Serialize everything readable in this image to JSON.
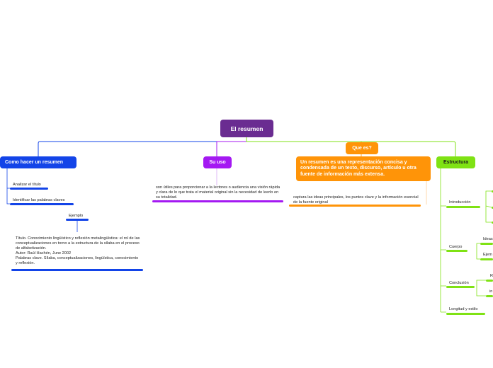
{
  "root": {
    "label": "El resumen",
    "color": "#6a2c91"
  },
  "branches": {
    "como": {
      "label": "Como hacer un resumen",
      "color": "#1344e8",
      "items": [
        "Analizar el título",
        "Identificar las palabras claves",
        "Ejemplo"
      ],
      "example": "Título. Conocimiento lingüístico y reflexión metalingüística: el rol de las conceptualizaciones en torno a la estructura de la sílaba en el proceso de alfabetización.\nAutor: Raúl Hachén, June 2002\nPalabras clave. Sílaba, conceptualizaciones, lingüística, conocimiento y reflexión."
    },
    "uso": {
      "label": "Su uso",
      "color": "#a419f2",
      "text": "son útiles para proporcionar a la lectores o audiencia una visión rápida y clara de lo que trata el material original sin la necesidad de leerlo en su totalidad."
    },
    "que": {
      "label": "Que es?",
      "color": "#ff9408",
      "definition": "Un resumen es una representación concisa y condensada de un texto, discurso, artículo u otra fuente de información más extensa.",
      "text": "captura las ideas principales, los puntos clave y la información esencial de la fuente original"
    },
    "estructura": {
      "label": "Estructura",
      "color": "#7fe214",
      "items": [
        "Introducción",
        "Cuerpo",
        "Conclusión",
        "Longitud y estilo"
      ],
      "cuerpo_sub": [
        "Ideas",
        "Ejem"
      ],
      "conclusion_sub": [
        "R",
        "in"
      ]
    }
  }
}
